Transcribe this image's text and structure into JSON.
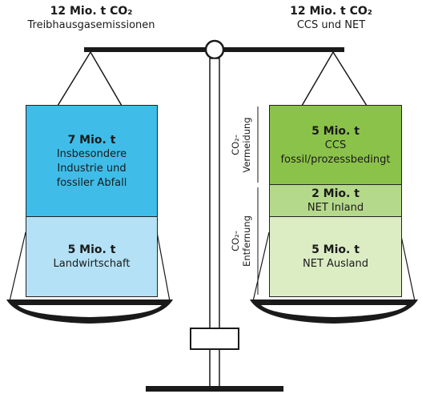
{
  "left_header": {
    "value": "12 Mio. t CO₂",
    "label": "Treibhausgasemissionen"
  },
  "right_header": {
    "value": "12 Mio. t CO₂",
    "label": "CCS und NET"
  },
  "left_blocks": [
    {
      "value": "7 Mio. t",
      "label_lines": [
        "Insbesondere",
        "Industrie und",
        "fossiler Abfall"
      ],
      "color": "#3fbde8"
    },
    {
      "value": "5 Mio. t",
      "label_lines": [
        "Landwirtschaft"
      ],
      "color": "#b4e1f5"
    }
  ],
  "right_blocks": [
    {
      "value": "5 Mio. t",
      "label_lines": [
        "CCS",
        "fossil/prozessbedingt"
      ],
      "color": "#8bc34a"
    },
    {
      "value": "2 Mio. t",
      "label_lines": [
        "NET Inland"
      ],
      "color": "#b5d98a"
    },
    {
      "value": "5 Mio. t",
      "label_lines": [
        "NET Ausland"
      ],
      "color": "#dcedc4"
    }
  ],
  "side_labels": {
    "vermeidung": [
      "CO₂-",
      "Vermeidung"
    ],
    "entfernung": [
      "CO₂-",
      "Entfernung"
    ]
  },
  "colors": {
    "frame": "#1a1a1a"
  }
}
